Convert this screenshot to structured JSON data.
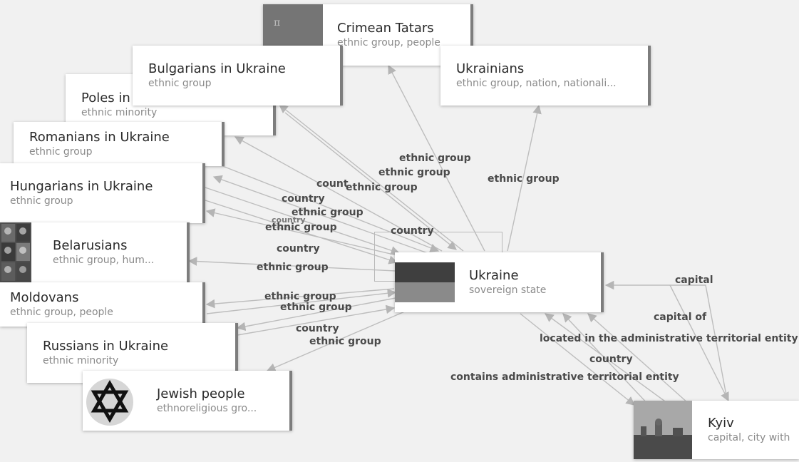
{
  "nodes": [
    {
      "id": "crimean-tatars",
      "title": "Crimean Tatars",
      "subtitle": "ethnic group, people"
    },
    {
      "id": "ukrainians",
      "title": "Ukrainians",
      "subtitle": "ethnic group, nation, nationali..."
    },
    {
      "id": "bulgarians",
      "title": "Bulgarians in Ukraine",
      "subtitle": "ethnic group"
    },
    {
      "id": "poles",
      "title": "Poles in",
      "subtitle": "ethnic minority"
    },
    {
      "id": "romanians",
      "title": "Romanians in Ukraine",
      "subtitle": "ethnic group"
    },
    {
      "id": "hungarians",
      "title": "Hungarians in Ukraine",
      "subtitle": "ethnic group"
    },
    {
      "id": "belarusians",
      "title": "Belarusians",
      "subtitle": "ethnic group, hum..."
    },
    {
      "id": "moldovans",
      "title": "Moldovans",
      "subtitle": "ethnic group, people"
    },
    {
      "id": "russians",
      "title": "Russians in Ukraine",
      "subtitle": "ethnic minority"
    },
    {
      "id": "jewish",
      "title": "Jewish people",
      "subtitle": "ethnoreligious gro..."
    },
    {
      "id": "ukraine",
      "title": "Ukraine",
      "subtitle": "sovereign state"
    },
    {
      "id": "kyiv",
      "title": "Kyiv",
      "subtitle": "capital, city with"
    }
  ],
  "edge_labels": [
    "ethnic group",
    "ethnic group",
    "ethnic group",
    "ethnic group",
    "count",
    "country",
    "ethnic group",
    "country",
    "ethnic group",
    "country",
    "country",
    "ethnic group",
    "ethnic group",
    "ethnic group",
    "country",
    "ethnic group",
    "capital",
    "capital of",
    "located in the administrative territorial entity",
    "country",
    "contains administrative territorial entity"
  ],
  "icons": {
    "jewish": "star-of-david-icon",
    "crimean-tatars": "tamga-flag-icon"
  }
}
